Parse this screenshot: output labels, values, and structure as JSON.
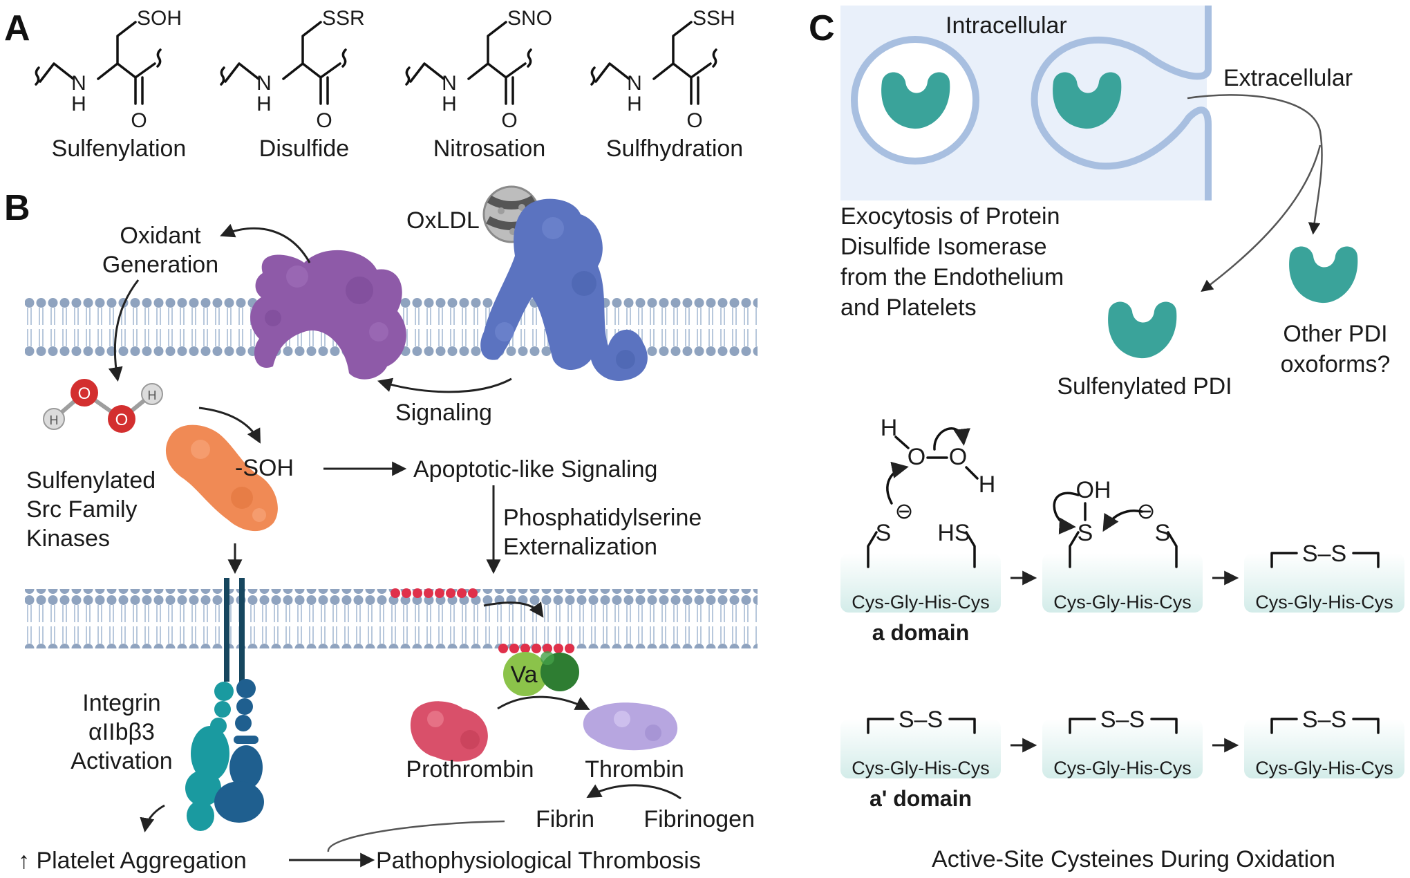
{
  "panels": {
    "a": "A",
    "b": "B",
    "c": "C"
  },
  "panel_a": {
    "groups": [
      "SOH",
      "SSR",
      "SNO",
      "SSH"
    ],
    "captions": [
      "Sulfenylation",
      "Disulfide",
      "Nitrosation",
      "Sulfhydration"
    ],
    "nh_n": "N",
    "nh_h": "H",
    "carbonyl_o": "O"
  },
  "panel_b": {
    "oxidant_line1": "Oxidant",
    "oxidant_line2": "Generation",
    "oxldl": "OxLDL",
    "signaling": "Signaling",
    "h2o2_o": "O",
    "h2o2_h": "H",
    "soh": "-SOH",
    "src_line1": "Sulfenylated",
    "src_line2": "Src Family",
    "src_line3": "Kinases",
    "apoptotic": "Apoptotic-like Signaling",
    "ps_line1": "Phosphatidylserine",
    "ps_line2": "Externalization",
    "va": "Va",
    "integrin_line1": "Integrin",
    "integrin_line2": "αIIbβ3",
    "integrin_line3": "Activation",
    "prothrombin": "Prothrombin",
    "thrombin": "Thrombin",
    "fibrin": "Fibrin",
    "fibrinogen": "Fibrinogen",
    "aggregation": "↑ Platelet Aggregation",
    "thrombosis": "Pathophysiological Thrombosis"
  },
  "panel_c": {
    "intracellular": "Intracellular",
    "extracellular": "Extracellular",
    "exo_line1": "Exocytosis of Protein",
    "exo_line2": "Disulfide Isomerase",
    "exo_line3": "from the Endothelium",
    "exo_line4": "and Platelets",
    "sulfenylated_pdi": "Sulfenylated PDI",
    "other_line1": "Other PDI",
    "other_line2": "oxoforms?",
    "peptide": "Cys-Gly-His-Cys",
    "a_domain": "a domain",
    "a_prime_domain": "a' domain",
    "footer": "Active-Site Cysteines During Oxidation",
    "h": "H",
    "o": "O",
    "s": "S",
    "hs": "HS",
    "oh": "OH",
    "ss": "S–S",
    "minus": "⊖"
  },
  "colors": {
    "membrane_head": "#8fa3bf",
    "membrane_tail": "#b8c8dc",
    "nox_purple": "#8e5aa8",
    "receptor_blue": "#5b73c0",
    "kinase_orange": "#f08a55",
    "integrin_teal": "#1a9aa0",
    "integrin_dark": "#1f5f8f",
    "pdi_teal": "#3aa39a",
    "ps_red": "#e0304a",
    "va_green": "#8bc34a",
    "va_dark": "#2e7d32",
    "prothrombin_pink": "#d9506a",
    "thrombin_lilac": "#b7a6e0",
    "cell_bg": "#e9f0fa",
    "domain_bg": "#dff0ee"
  }
}
